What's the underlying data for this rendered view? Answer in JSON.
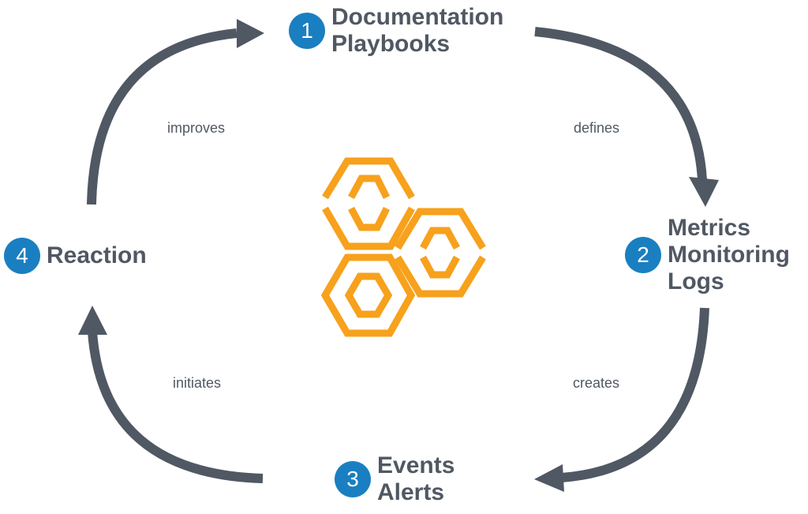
{
  "colors": {
    "arrow": "#505863",
    "badge": "#1a7fc1",
    "badge_text": "#ffffff",
    "label_text": "#505863",
    "logo": "#f7a11c"
  },
  "steps": [
    {
      "number": "1",
      "lines": [
        "Documentation",
        "Playbooks"
      ]
    },
    {
      "number": "2",
      "lines": [
        "Metrics",
        "Monitoring",
        "Logs"
      ]
    },
    {
      "number": "3",
      "lines": [
        "Events",
        "Alerts"
      ]
    },
    {
      "number": "4",
      "lines": [
        "Reaction"
      ]
    }
  ],
  "edges": {
    "defines": "defines",
    "creates": "creates",
    "initiates": "initiates",
    "improves": "improves"
  },
  "center_logo": {
    "icon": "hexagon-cluster-icon"
  }
}
